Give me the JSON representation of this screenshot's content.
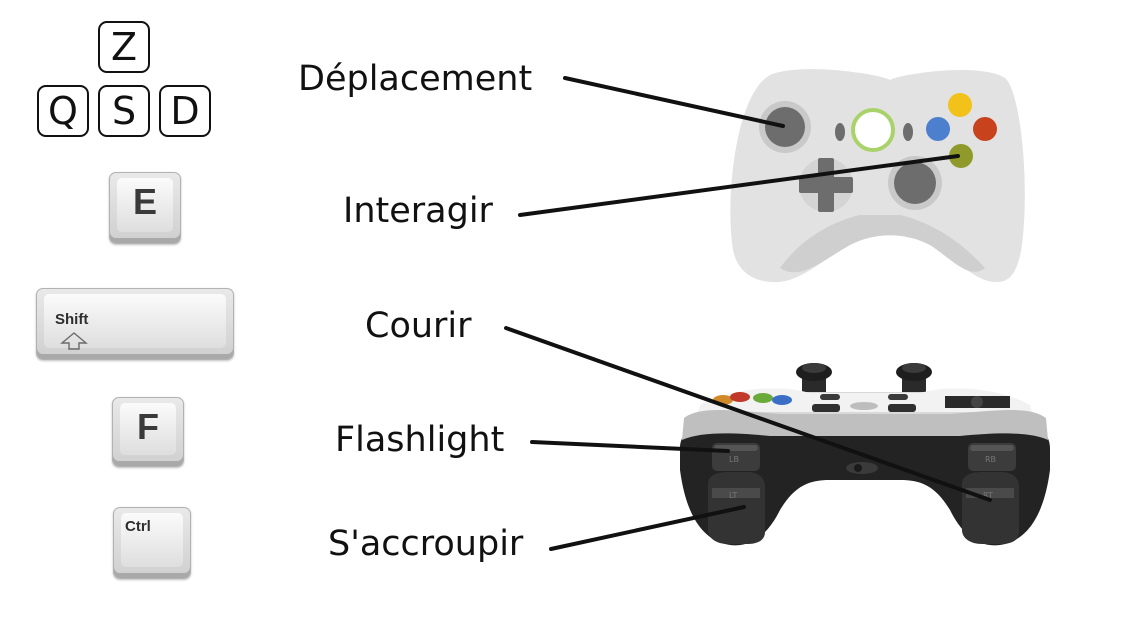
{
  "keys": {
    "z": "Z",
    "q": "Q",
    "s": "S",
    "d": "D",
    "e": "E",
    "shift": "Shift",
    "f": "F",
    "ctrl": "Ctrl"
  },
  "labels": {
    "move": "Déplacement",
    "interact": "Interagir",
    "run": "Courir",
    "flashlight": "Flashlight",
    "crouch": "S'accroupir"
  },
  "controller_buttons": {
    "rb": "RB",
    "lb": "LB",
    "lt": "LT",
    "rt": "RT"
  },
  "colors": {
    "ink": "#111111",
    "xbox_body": "#e3e3e3",
    "xbox_dark": "#6e6e6e",
    "button_yellow": "#f2c21b",
    "button_red": "#c8421e",
    "button_blue": "#4d7fcf",
    "button_green": "#8f9a2a",
    "guide_ring": "#a9d36a"
  },
  "icons": [
    "shift-arrow-icon",
    "xbox-controller-icon",
    "logitech-controller-icon"
  ]
}
